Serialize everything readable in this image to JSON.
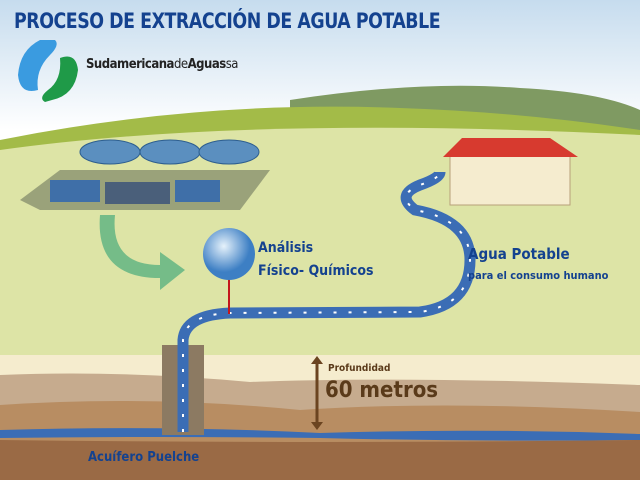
{
  "title": "PROCESO DE EXTRACCIÓN DE AGUA POTABLE",
  "brand": {
    "part1": "Sudamericana",
    "part2": "de",
    "part3": "Aguas",
    "part4": "sa"
  },
  "analysis": {
    "line1": "Análisis",
    "line2": "Físico- Químicos"
  },
  "potable": {
    "title": "Agua Potable",
    "subtitle": "para el consumo humano"
  },
  "depth": {
    "label": "Profundidad",
    "value": "60 metros"
  },
  "aquifer": "Acuífero Puelche",
  "colors": {
    "title": "#14428f",
    "grass": "#dde4a6",
    "pipe": "#3b6db5",
    "soil": "#c6ab8e"
  }
}
